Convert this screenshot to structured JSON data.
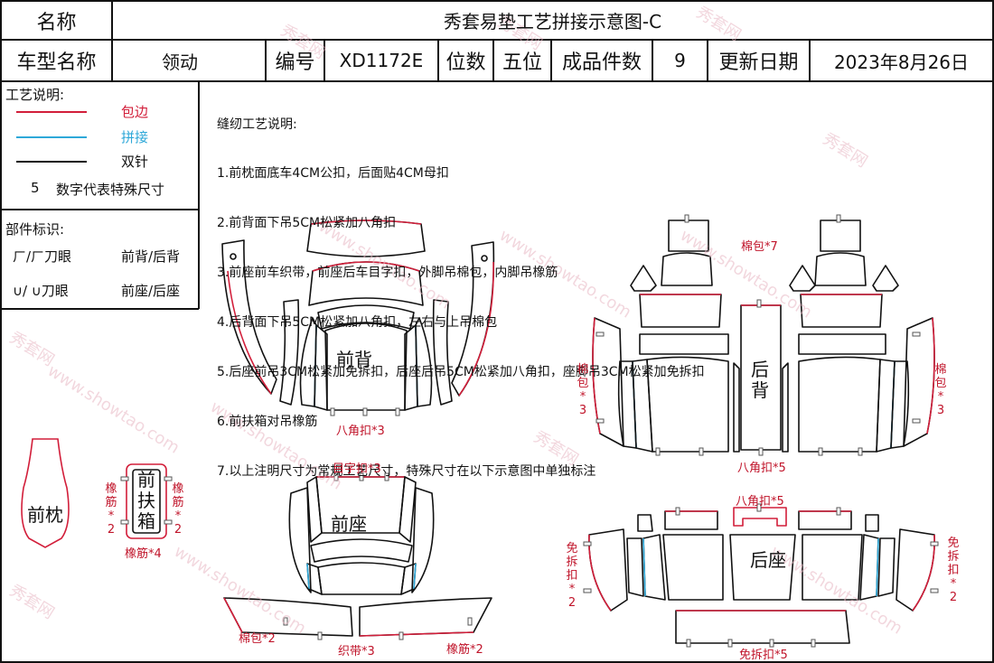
{
  "header": {
    "name_label": "名称",
    "title": "秀套易垫工艺拼接示意图-C",
    "model_label": "车型名称",
    "model_value": "领动",
    "code_label": "编号",
    "code_value": "XD1172E",
    "seat_label": "位数",
    "seat_value": "五位",
    "count_label": "成品件数",
    "count_value": "9",
    "date_label": "更新日期",
    "date_value": "2023年8月26日"
  },
  "legend": {
    "title": "工艺说明:",
    "red_label": "包边",
    "blue_label": "拼接",
    "black_label": "双针",
    "digit": "5",
    "digit_label": "数字代表特殊尺寸",
    "colors": {
      "red": "#d21e3a",
      "blue": "#2ea8d8",
      "black": "#111111"
    }
  },
  "parts_legend": {
    "title": "部件标识:",
    "row1_symbols": "ㄏ/ㄏ刀眼",
    "row1_label": "前背/后背",
    "row2_symbols": "∪/ ∪刀眼",
    "row2_label": "前座/后座"
  },
  "notes": {
    "title": "缝纫工艺说明:",
    "items": [
      "1.前枕面底车4CM公扣，后面贴4CM母扣",
      "2.前背面下吊5CM松紧加八角扣",
      "3.前座前车织带，前座后车目字扣，外脚吊棉包，内脚吊橡筋",
      "4.后背面下吊5CM松紧加八角扣，左右与上吊棉包",
      "5.后座前吊3CM松紧加免拆扣，后座后吊5CM松紧加八角扣，座脚吊3CM松紧加免拆扣",
      "6.前扶箱对吊橡筋",
      "7.以上注明尺寸为常规工艺尺寸，特殊尺寸在以下示意图中单独标注"
    ]
  },
  "parts": {
    "front_back": "前背",
    "front_back_note": "八角扣*3",
    "rear_back": "后背",
    "rear_back_top": "棉包*7",
    "rear_back_left": "棉包*3",
    "rear_back_right": "棉包*3",
    "rear_back_bottom": "八角扣*5",
    "headrest": "前枕",
    "armrest": "前扶箱",
    "armrest_left": "橡筋*2",
    "armrest_right": "橡筋*2",
    "armrest_bottom": "橡筋*4",
    "front_seat": "前座",
    "front_seat_top": "目字扣*3",
    "front_seat_left": "棉包*2",
    "front_seat_mid": "织带*3",
    "front_seat_right": "橡筋*2",
    "rear_seat": "后座",
    "rear_seat_top": "八角扣*5",
    "rear_seat_left": "免拆扣*2",
    "rear_seat_right": "免拆扣*2",
    "rear_seat_bottom": "免拆扣*5"
  },
  "watermarks": [
    "秀套网",
    "www.showtao.com"
  ]
}
